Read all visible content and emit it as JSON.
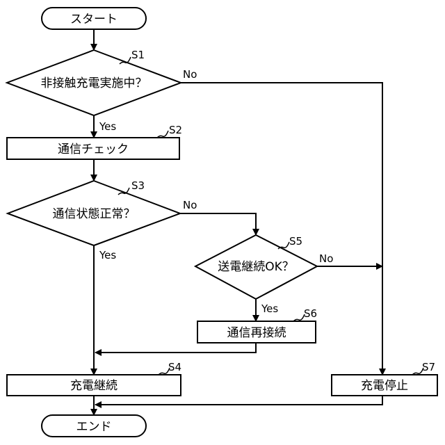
{
  "start": "スタート",
  "end": "エンド",
  "steps": {
    "s1": {
      "id": "S1",
      "text": "非接触充電実施中？"
    },
    "s2": {
      "id": "S2",
      "text": "通信チェック"
    },
    "s3": {
      "id": "S3",
      "text": "通信状態正常？"
    },
    "s4": {
      "id": "S4",
      "text": "充電継続"
    },
    "s5": {
      "id": "S5",
      "text": "送電継続OK？"
    },
    "s6": {
      "id": "S6",
      "text": "通信再接続"
    },
    "s7": {
      "id": "S7",
      "text": "充電停止"
    }
  },
  "branches": {
    "s1_yes": "Yes",
    "s1_no": "No",
    "s3_yes": "Yes",
    "s3_no": "No",
    "s5_yes": "Yes",
    "s5_no": "No"
  }
}
